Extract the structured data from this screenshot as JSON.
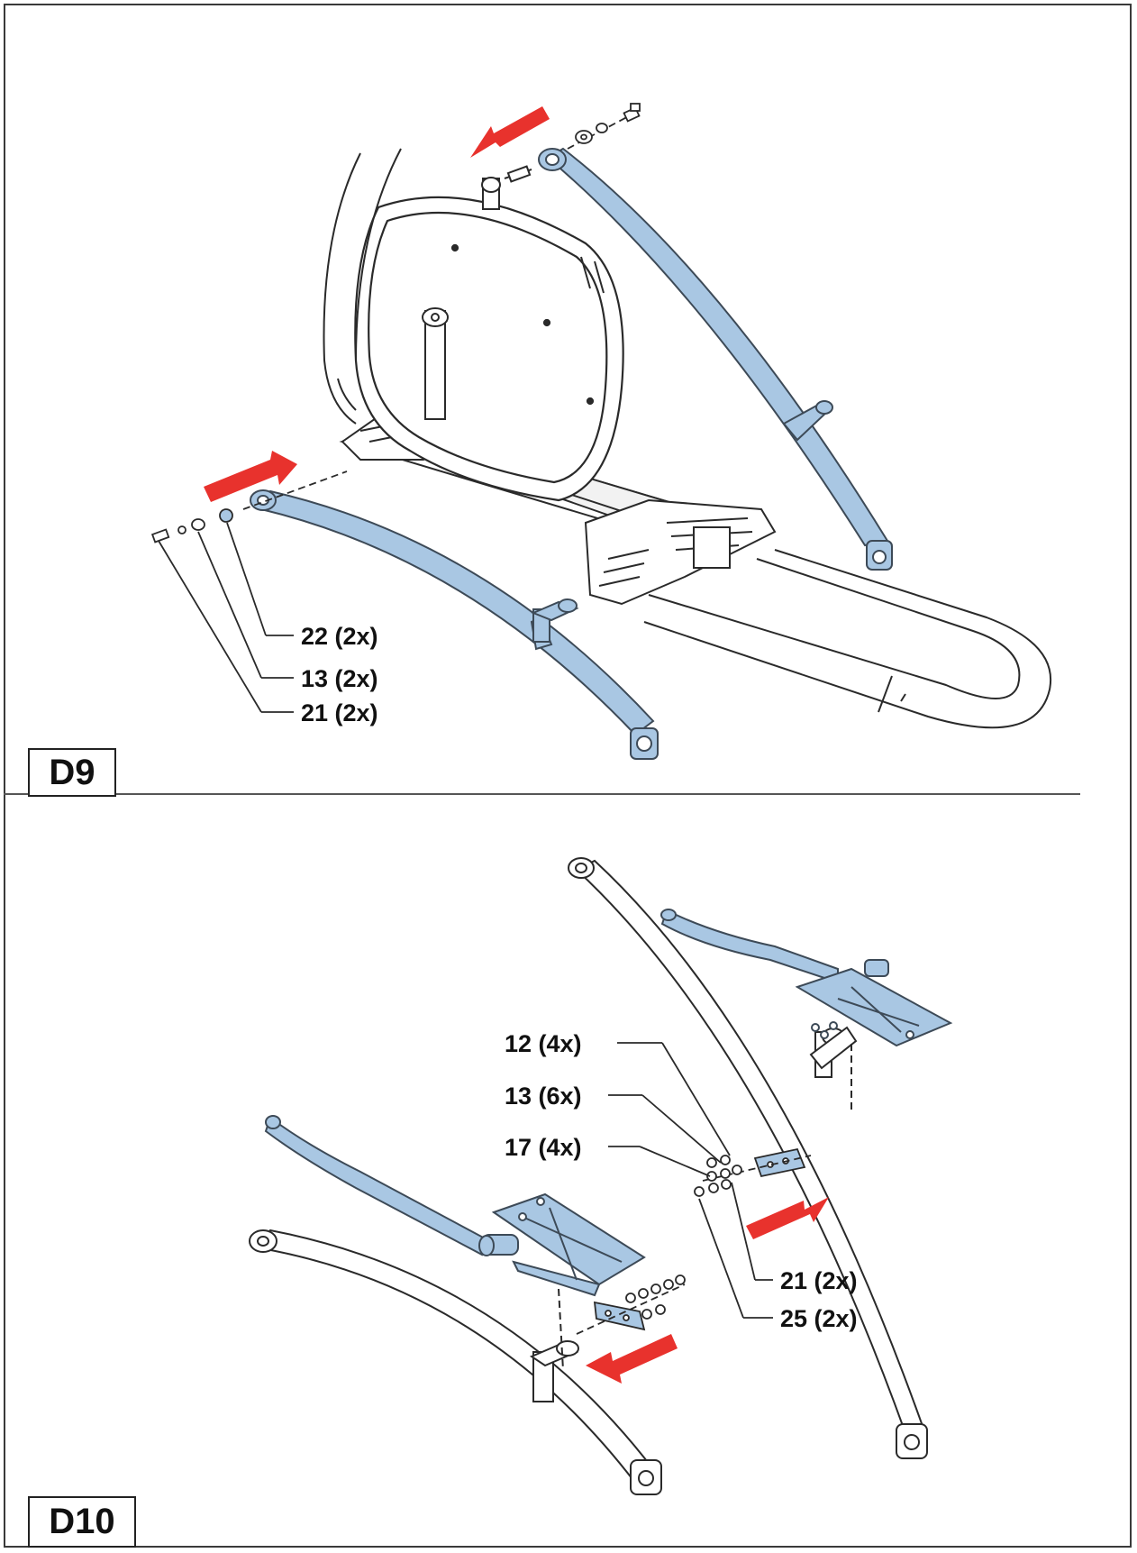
{
  "colors": {
    "part_highlight": "#a9c7e3",
    "part_outline": "#3d4a57",
    "arrow": "#e8322d",
    "line": "#2a2a2a"
  },
  "steps": {
    "d9": {
      "label": "D9",
      "callouts": [
        "22 (2x)",
        "13 (2x)",
        "21 (2x)"
      ]
    },
    "d10": {
      "label": "D10",
      "callouts_left": [
        "12 (4x)",
        "13 (6x)",
        "17 (4x)"
      ],
      "callouts_right": [
        "21 (2x)",
        "25 (2x)"
      ]
    }
  }
}
